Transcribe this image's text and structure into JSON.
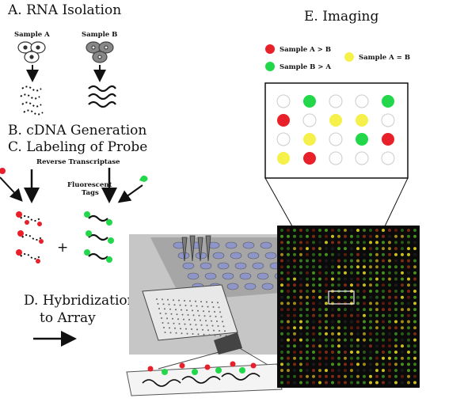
{
  "sections": {
    "rna": "A. RNA Isolation",
    "cdna": "B. cDNA Generation",
    "label": "C. Labeling of Probe",
    "hyb1": "D. Hybridization",
    "hyb2": "to Array",
    "imaging": "E. Imaging"
  },
  "samples": {
    "a": "Sample A",
    "b": "Sample B"
  },
  "enzyme": "Reverse Transcriptase",
  "tags1": "Fluorescent",
  "tags2": "Tags",
  "plus": "+",
  "legend": [
    {
      "label": "Sample A > B",
      "color": "#e8202a"
    },
    {
      "label": "Sample B > A",
      "color": "#22d84a"
    },
    {
      "label": "Sample A = B",
      "color": "#f5f04a"
    }
  ],
  "zoom_grid": [
    [
      "w",
      "g",
      "w",
      "w",
      "g"
    ],
    [
      "r",
      "w",
      "y",
      "y",
      "w"
    ],
    [
      "w",
      "y",
      "w",
      "g",
      "r"
    ],
    [
      "y",
      "r",
      "w",
      "w",
      "w"
    ]
  ],
  "colors": {
    "red": "#e8202a",
    "green": "#22d84a",
    "yellow": "#f5f04a",
    "array_bg": "#0a0a0a",
    "dna": "#111111"
  }
}
